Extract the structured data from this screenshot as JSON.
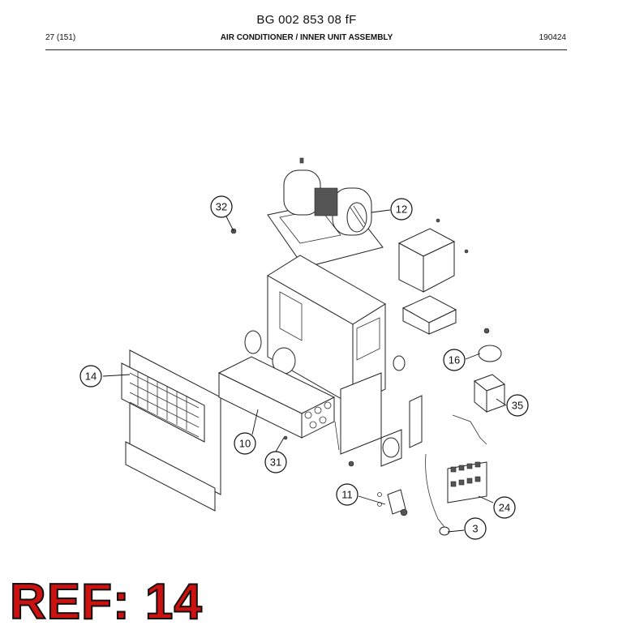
{
  "header": {
    "doc_number": "BG 002 853 08 fF",
    "page_ref": "27 (151)",
    "section_title": "AIR CONDITIONER / INNER UNIT ASSEMBLY",
    "date_code": "190424"
  },
  "callouts": [
    "32",
    "12",
    "16",
    "35",
    "14",
    "10",
    "31",
    "11",
    "24",
    "3"
  ],
  "ref_stamp": "REF: 14"
}
